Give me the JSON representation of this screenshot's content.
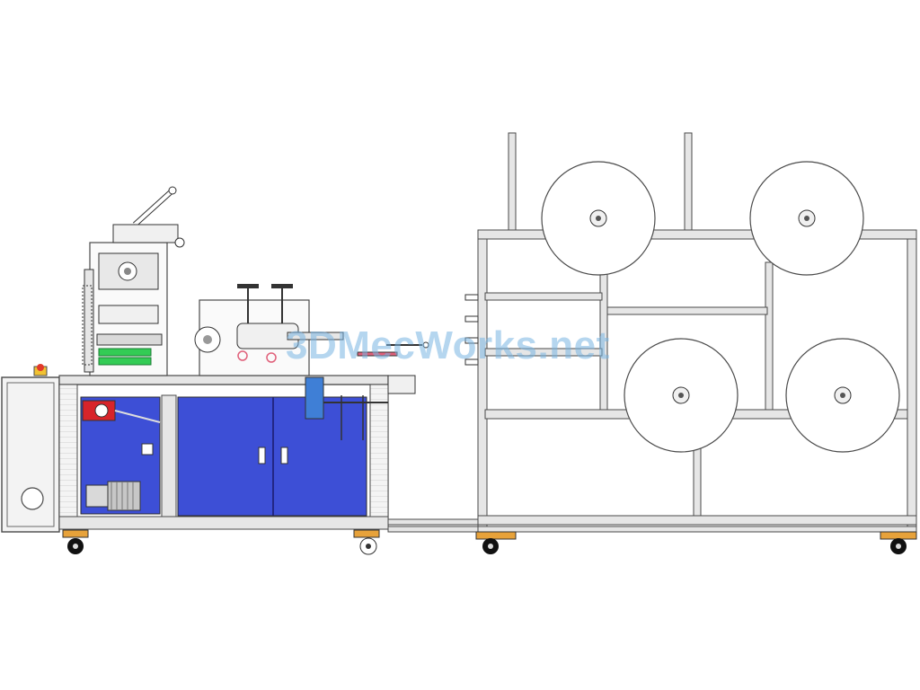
{
  "watermark": {
    "text": "3DMecWorks.net",
    "color": "#78b4e1"
  },
  "colors": {
    "line": "#4a4a4a",
    "panel_blue": "#3d4fd6",
    "motor_red": "#d8242a",
    "roller_green": "#33cc55",
    "frame_light": "#e6e6e6",
    "caster_black": "#111111",
    "mount_orange": "#e7a23a",
    "button_red": "#e23a2a",
    "button_yellow": "#f1c232",
    "component_blue": "#3f7fd6",
    "accent_pink": "#e0607a"
  },
  "components": {
    "control_cabinet": "control-cabinet",
    "main_machine": "mask-machine-body",
    "unwind_stand": "material-unwind-stand",
    "reels": 4
  }
}
